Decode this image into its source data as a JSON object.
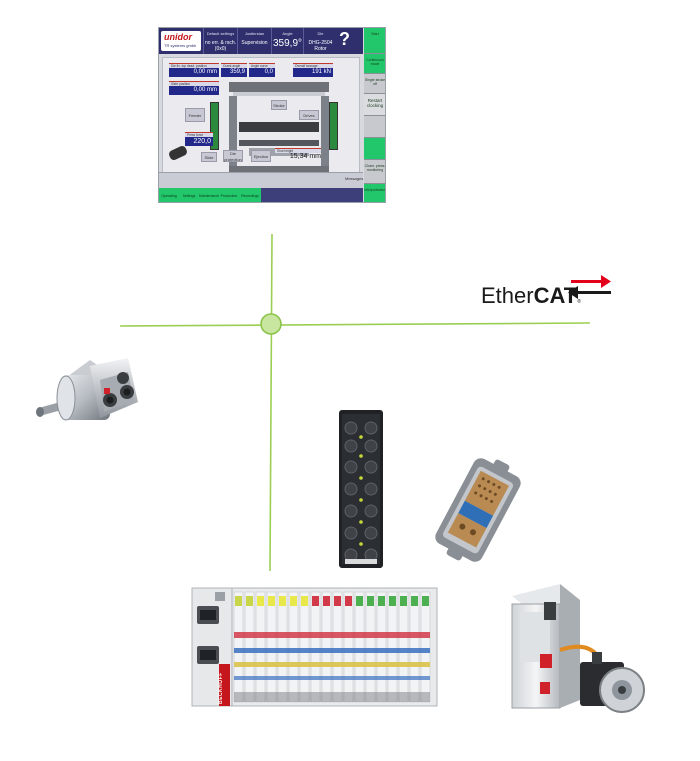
{
  "hmi": {
    "brand": "unidor",
    "brand_sub": "TR systems gmbh",
    "header_cells": [
      {
        "label": "Default settings",
        "value": "no err. & rsch. (0x0)",
        "style": "small"
      },
      {
        "label": "Justierstan",
        "value": "Supervision",
        "style": "small"
      },
      {
        "label": "Angle",
        "value": "359,9°",
        "style": "big"
      },
      {
        "label": "Die",
        "value": "DHG-2504 Rotor",
        "style": "small"
      }
    ],
    "help": "?",
    "side_buttons": [
      "Start",
      "Continuous mode",
      "Single stroke off",
      "Restart clocking",
      "",
      "",
      "Cham. press. monitoring",
      "Info/protection"
    ],
    "readouts": [
      {
        "caption": "Die fix. top dead. position",
        "value": "0,00 mm"
      },
      {
        "caption": "Slide position",
        "value": "0,00 mm"
      },
      {
        "caption": "Crank angle",
        "value": "359,9"
      },
      {
        "caption": "Angle curve",
        "value": "0,0"
      },
      {
        "caption": "Overall tonnage",
        "value": "191 kN"
      },
      {
        "caption": "Press force",
        "value": "220,0"
      },
      {
        "caption": "Shut height",
        "value": "15,34 mm"
      }
    ],
    "panel_labels": [
      "Feeder",
      "Stroke",
      "Drives",
      "Slide",
      "Die protection",
      "Ejection"
    ],
    "message_label": "Messages",
    "bottom_tabs": [
      "Operating",
      "Settings",
      "Maintenance",
      "Production",
      "Recordings"
    ]
  },
  "ethercat": {
    "prefix": "Ether",
    "bold": "CAT",
    "mark": "®"
  },
  "colors": {
    "bus_line": "#9bcf53",
    "node_fill": "#c8e6a0",
    "hmi_header": "#2f2f6e",
    "hmi_green": "#23c76b",
    "arrow_red": "#e2001a"
  },
  "devices": {
    "beckhoff_label": "BECKHOFF"
  }
}
